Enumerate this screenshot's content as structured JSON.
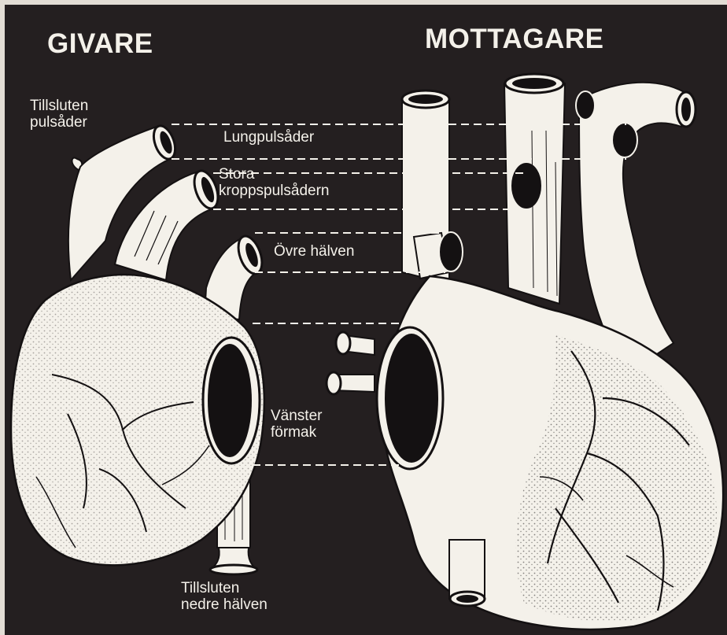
{
  "headings": {
    "donor": "GIVARE",
    "recipient": "MOTTAGARE"
  },
  "labels": {
    "closed_pulmonary_artery": "Tillsluten\npulsåder",
    "pulmonary_artery": "Lungpulsåder",
    "aorta": "Stora\nkroppspulsådern",
    "upper_half": "Övre hälven",
    "left_atrium": "Vänster\nförmak",
    "closed_lower_half": "Tillsluten\nnedre hälven"
  },
  "colors": {
    "background": "#241f20",
    "drawing": "#f4f1ea",
    "ink": "#141112"
  }
}
